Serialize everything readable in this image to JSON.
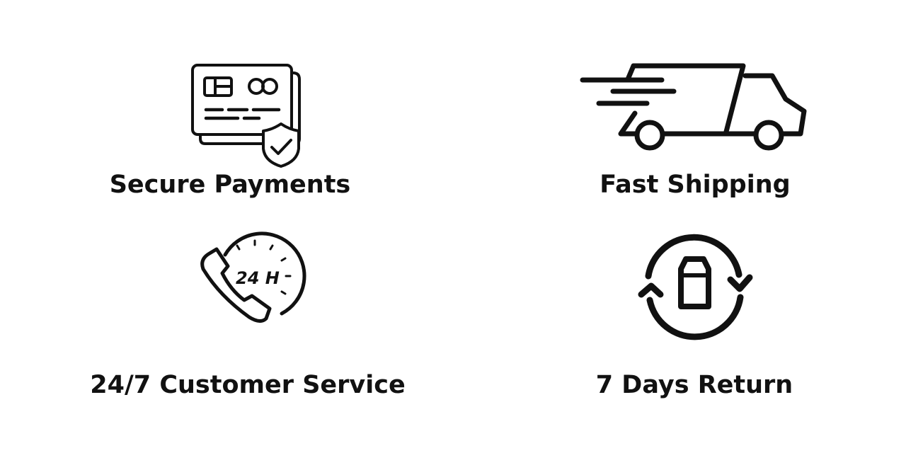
{
  "features": [
    {
      "label": "Secure Payments",
      "icon": "credit-card-shield-icon"
    },
    {
      "label": "Fast Shipping",
      "icon": "delivery-truck-icon"
    },
    {
      "label": "24/7 Customer Service",
      "icon": "phone-24h-icon",
      "icon_text": "24 H"
    },
    {
      "label": "7 Days Return",
      "icon": "return-box-icon"
    }
  ],
  "colors": {
    "ink": "#111111",
    "background": "#ffffff"
  }
}
